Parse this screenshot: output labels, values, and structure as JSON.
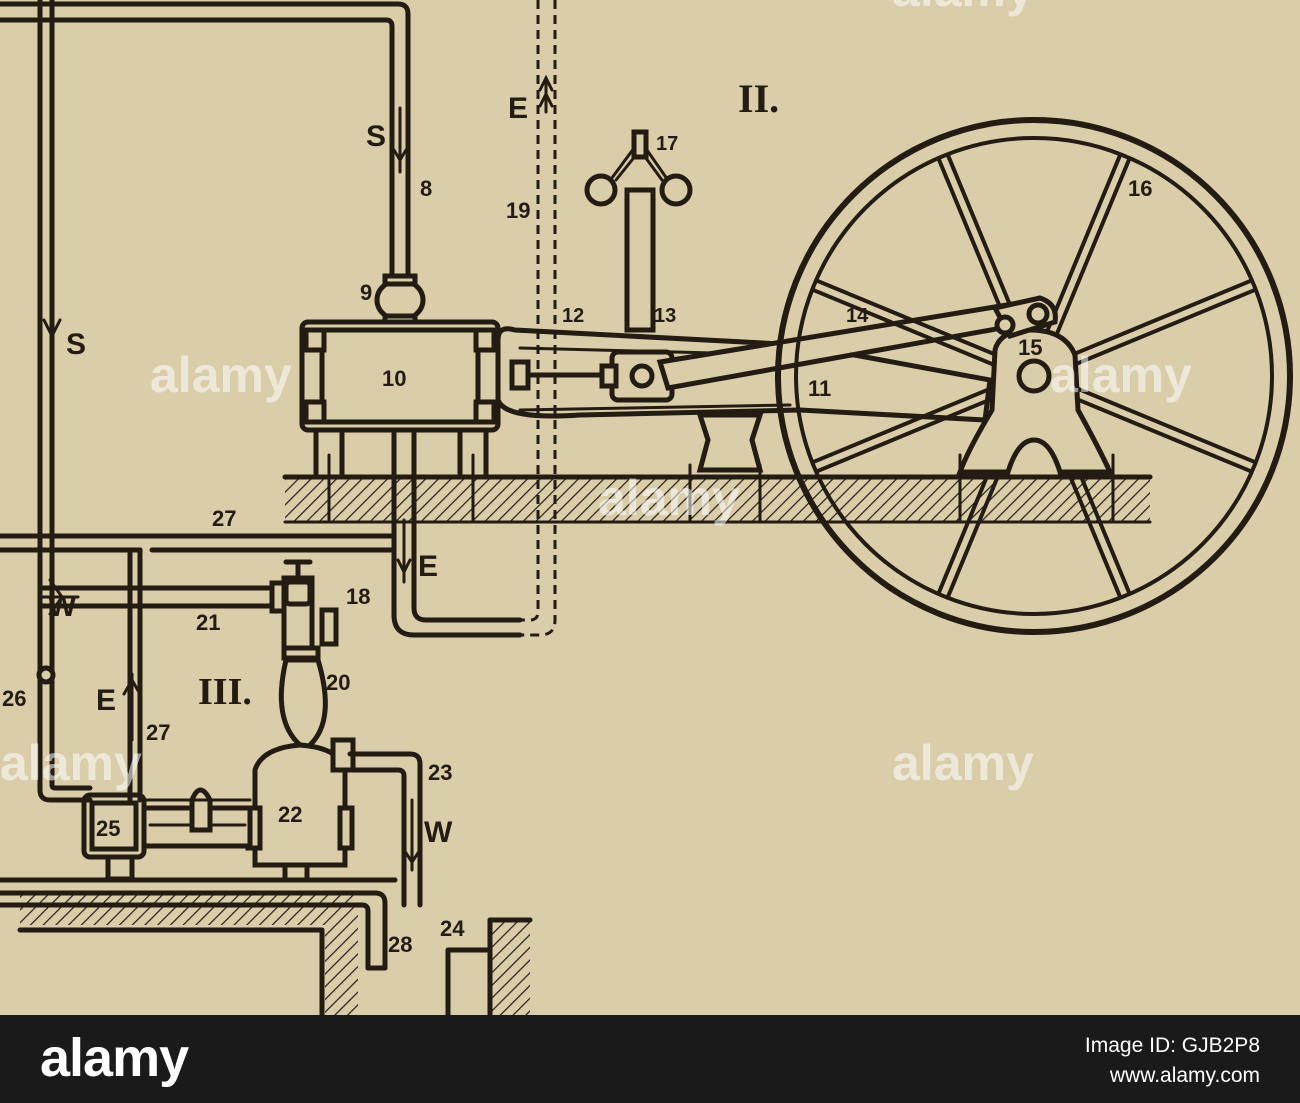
{
  "labels": {
    "flow_s_top": "S",
    "num_8": "8",
    "num_9": "9",
    "num_10": "10",
    "num_11": "11",
    "num_12": "12",
    "num_13": "13",
    "num_14": "14",
    "num_15": "15",
    "num_16": "16",
    "num_17": "17",
    "num_18": "18",
    "num_19": "19",
    "num_20": "20",
    "num_21": "21",
    "num_22": "22",
    "num_23": "23",
    "num_24": "24",
    "num_25": "25",
    "num_26": "26",
    "num_27_top": "27",
    "num_27_side": "27",
    "num_28": "28",
    "flow_e_top": "E",
    "flow_s_left": "S",
    "flow_e_down": "E",
    "flow_w_left": "W",
    "flow_e_up": "E",
    "flow_w_down": "W",
    "section_ii": "II.",
    "section_iii": "III."
  },
  "watermark": {
    "text": "alamy"
  },
  "footer": {
    "logo": "alamy",
    "image_id": "Image ID: GJB2P8",
    "site": "www.alamy.com"
  }
}
